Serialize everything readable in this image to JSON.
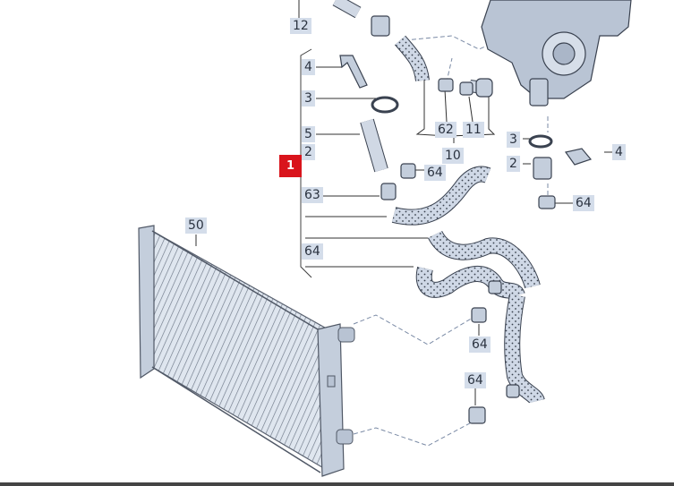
{
  "marker": "1",
  "labels": {
    "p12": "12",
    "p4a": "4",
    "p3a": "3",
    "p5": "5",
    "p2a": "2",
    "p63": "63",
    "p64a": "64",
    "p64b": "64",
    "p62": "62",
    "p11": "11",
    "p10": "10",
    "p3b": "3",
    "p4b": "4",
    "p2b": "2",
    "p64c": "64",
    "p50": "50",
    "p64d": "64",
    "p64e": "64"
  }
}
